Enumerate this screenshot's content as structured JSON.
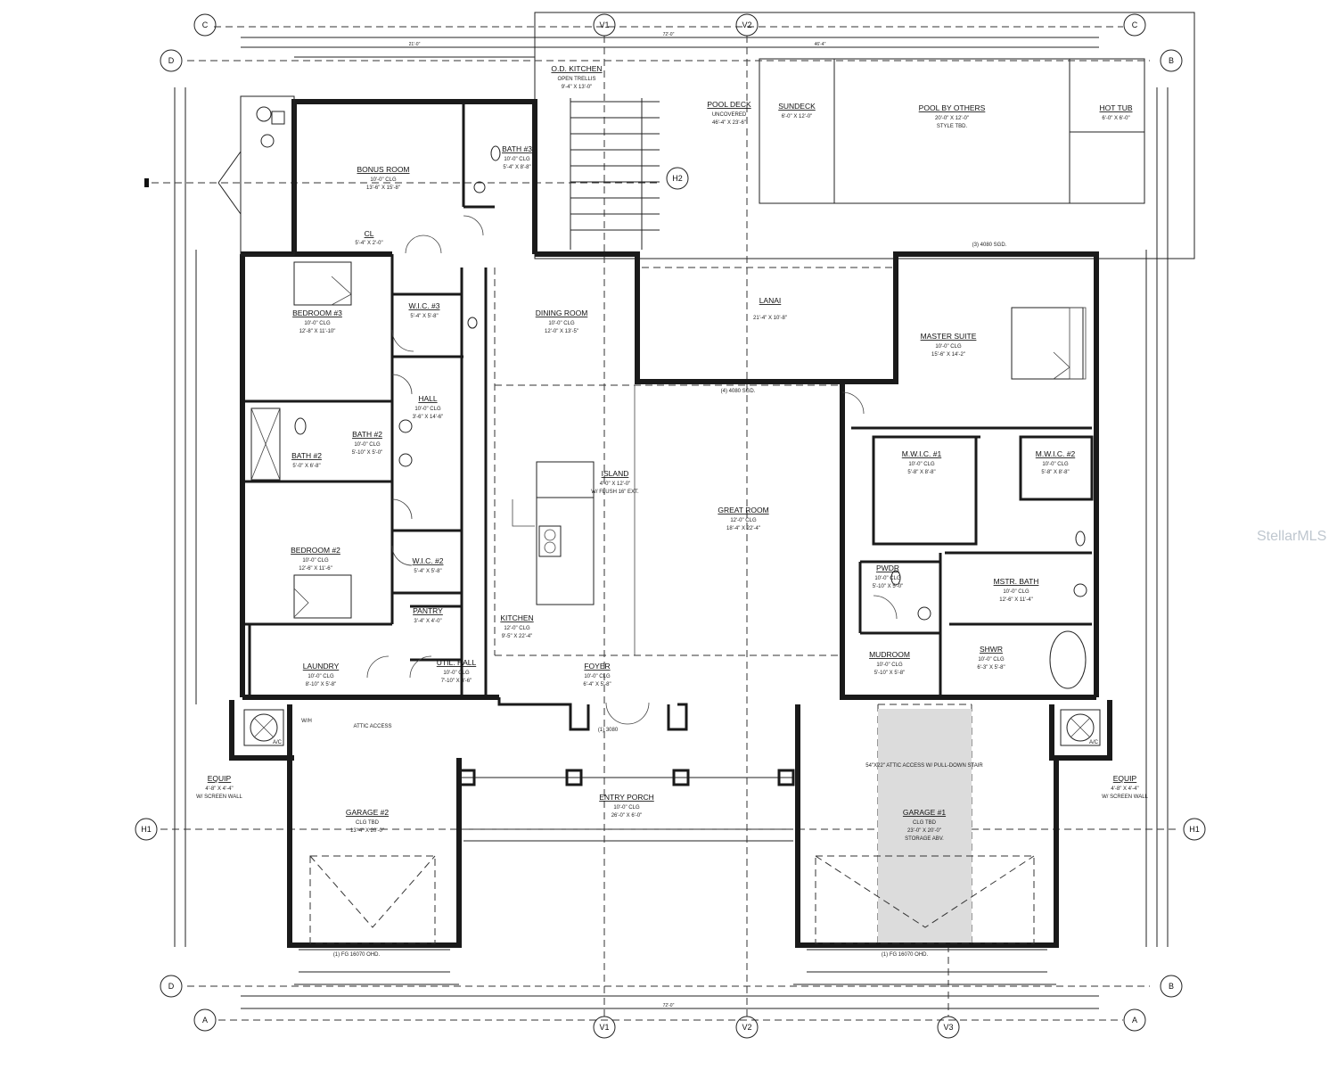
{
  "watermark": "StellarMLS",
  "grid_bubbles": {
    "V1": "V1",
    "V2": "V2",
    "V3": "V3",
    "A": "A",
    "B": "B",
    "C": "C",
    "D": "D",
    "H1": "H1",
    "H2": "H2"
  },
  "overall_dims": {
    "top": "72'-0\"",
    "bottom": "72'-0\"",
    "top_right": "46'-4\"",
    "top_left": "21'-0\""
  },
  "rooms": {
    "od_kitchen": {
      "name": "O.D. KITCHEN",
      "clg": "OPEN TRELLIS",
      "size": "9'-4\" X 13'-0\""
    },
    "pool_deck": {
      "name": "POOL DECK",
      "clg": "UNCOVERED",
      "size": "46'-4\" X 23'-6\""
    },
    "sundeck": {
      "name": "SUNDECK",
      "size": "6'-0\" X 12'-0\""
    },
    "pool": {
      "name": "POOL BY OTHERS",
      "size": "20'-0\" X 12'-0\"",
      "style": "STYLE TBD."
    },
    "hot_tub": {
      "name": "HOT TUB",
      "size": "6'-0\" X 6'-0\""
    },
    "bonus_room": {
      "name": "BONUS ROOM",
      "clg": "10'-0\" CLG",
      "size": "13'-6\" X 15'-8\""
    },
    "cl": {
      "name": "CL",
      "size": "5'-4\" X 2'-0\""
    },
    "bath3": {
      "name": "BATH #3",
      "clg": "10'-0\" CLG",
      "size": "5'-4\" X 8'-8\""
    },
    "bedroom3": {
      "name": "BEDROOM #3",
      "clg": "10'-0\" CLG",
      "size": "12'-8\" X 11'-10\""
    },
    "wic3": {
      "name": "W.I.C. #3",
      "size": "5'-4\" X 5'-8\""
    },
    "dining": {
      "name": "DINING ROOM",
      "clg": "10'-0\" CLG",
      "size": "12'-0\" X 13'-5\""
    },
    "lanai": {
      "name": "LANAI",
      "size": "21'-4\" X 10'-8\""
    },
    "master_suite": {
      "name": "MASTER SUITE",
      "clg": "10'-0\" CLG",
      "size": "15'-6\" X 14'-2\""
    },
    "hall": {
      "name": "HALL",
      "clg": "10'-0\" CLG",
      "size": "3'-6\" X 14'-6\""
    },
    "bath2": {
      "name": "BATH #2",
      "clg": "10'-0\" CLG",
      "size": "5'-10\" X 5'-0\""
    },
    "bath_alt": {
      "name": "BATH #2",
      "size": "5'-0\" X 6'-8\""
    },
    "island": {
      "name": "ISLAND",
      "size": "4'-0\" X 12'-0\"",
      "note": "W/ FLUSH 16\" EXT."
    },
    "great_room": {
      "name": "GREAT ROOM",
      "clg": "12'-0\" CLG",
      "size": "18'-4\" X 22'-4\""
    },
    "mwic1": {
      "name": "M.W.I.C. #1",
      "clg": "10'-0\" CLG",
      "size": "5'-8\" X 8'-8\""
    },
    "mwic2": {
      "name": "M.W.I.C. #2",
      "clg": "10'-0\" CLG",
      "size": "5'-8\" X 8'-8\""
    },
    "bedroom2": {
      "name": "BEDROOM #2",
      "clg": "10'-0\" CLG",
      "size": "12'-6\" X 11'-6\""
    },
    "wic2": {
      "name": "W.I.C. #2",
      "size": "5'-4\" X 5'-8\""
    },
    "pwdr": {
      "name": "PWDR",
      "clg": "10'-0\" CLG",
      "size": "5'-10\" X 5'-0\""
    },
    "mstr_bath": {
      "name": "MSTR. BATH",
      "clg": "10'-0\" CLG",
      "size": "12'-6\" X 11'-4\""
    },
    "pantry": {
      "name": "PANTRY",
      "size": "3'-4\" X 4'-0\""
    },
    "kitchen": {
      "name": "KITCHEN",
      "clg": "12'-0\" CLG",
      "size": "9'-5\" X 22'-4\""
    },
    "laundry": {
      "name": "LAUNDRY",
      "clg": "10'-0\" CLG",
      "size": "8'-10\" X 5'-8\""
    },
    "util_hall": {
      "name": "UTIL. HALL",
      "clg": "10'-0\" CLG",
      "size": "7'-10\" X 3'-6\""
    },
    "foyer": {
      "name": "FOYER",
      "clg": "10'-0\" CLG",
      "size": "6'-4\" X 5'-8\""
    },
    "shwr": {
      "name": "SHWR",
      "clg": "10'-0\" CLG",
      "size": "6'-3\" X 5'-8\""
    },
    "mudroom": {
      "name": "MUDROOM",
      "clg": "10'-0\" CLG",
      "size": "5'-10\" X 5'-8\""
    },
    "entry_porch": {
      "name": "ENTRY PORCH",
      "clg": "10'-0\" CLG",
      "size": "26'-0\" X 6'-0\""
    },
    "garage2": {
      "name": "GARAGE #2",
      "clg": "CLG TBD",
      "size": "13'-4\" X 20'-0\""
    },
    "garage1": {
      "name": "GARAGE #1",
      "clg": "CLG TBD",
      "size": "23'-0\" X 20'-0\"",
      "note": "STORAGE ABV."
    },
    "equip_l": {
      "name": "EQUIP",
      "size": "4'-8\" X 4'-4\"",
      "note": "W/ SCREEN WALL"
    },
    "equip_r": {
      "name": "EQUIP",
      "size": "4'-8\" X 4'-4\"",
      "note": "W/ SCREEN WALL"
    }
  },
  "annotations": {
    "attic_access": "ATTIC ACCESS",
    "attic_pull": "54\"X22\" ATTIC ACCESS W/ PULL-DOWN STAIR",
    "lanai_door": "(4) 4080 SGD.",
    "pool_door": "(3) 4080 SGD.",
    "front_door": "(1) 3080",
    "garage_door_l": "(1) FG 16070 OHD.",
    "garage_door_r": "(1) FG 16070 OHD.",
    "wh": "W/H",
    "ac": "A/C"
  }
}
